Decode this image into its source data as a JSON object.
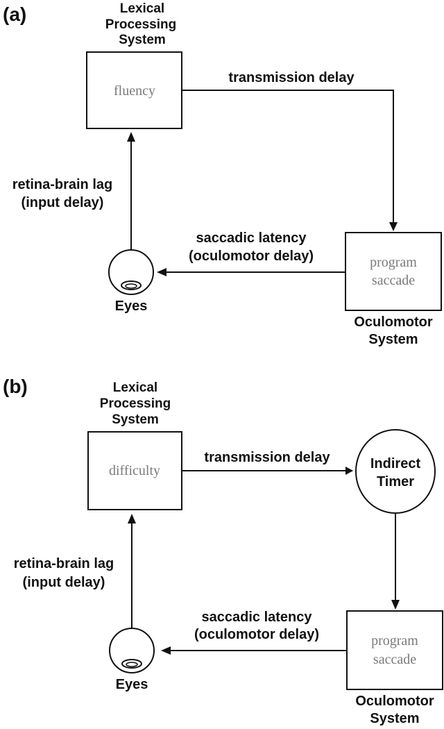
{
  "panel_a": {
    "label": "(a)",
    "lexical_title": [
      "Lexical",
      "Processing",
      "System"
    ],
    "lexical_box_text": "fluency",
    "transmission_label": "transmission delay",
    "retina_label": [
      "retina-brain lag",
      "(input delay)"
    ],
    "saccadic_label": [
      "saccadic latency",
      "(oculomotor delay)"
    ],
    "oculomotor_box_text": [
      "program",
      "saccade"
    ],
    "oculomotor_title": [
      "Oculomotor",
      "System"
    ],
    "eyes_label": "Eyes"
  },
  "panel_b": {
    "label": "(b)",
    "lexical_title": [
      "Lexical",
      "Processing",
      "System"
    ],
    "lexical_box_text": "difficulty",
    "transmission_label": "transmission delay",
    "timer_text": [
      "Indirect",
      "Timer"
    ],
    "retina_label": [
      "retina-brain lag",
      "(input delay)"
    ],
    "saccadic_label": [
      "saccadic latency",
      "(oculomotor delay)"
    ],
    "oculomotor_box_text": [
      "program",
      "saccade"
    ],
    "oculomotor_title": [
      "Oculomotor",
      "System"
    ],
    "eyes_label": "Eyes"
  }
}
